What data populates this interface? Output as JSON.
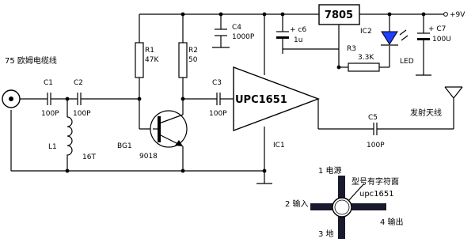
{
  "labels": {
    "supply": "+9V",
    "regulator": "7805",
    "ic2": "IC2",
    "c7": "+ C7",
    "c7_value": "100U",
    "c6": "+ c6",
    "c6_value": "1u",
    "c4": "C4",
    "c4_value": "1000P",
    "r1": "R1",
    "r1_value": "47K",
    "r2": "R2",
    "r2_value": "50",
    "r3": "R3",
    "r3_value": "3.3K",
    "led": "LED",
    "input_label": "75 欧姆电缆线",
    "c1": "C1",
    "c1_value": "100P",
    "c2": "C2",
    "c2_value": "100P",
    "c3": "C3",
    "c3_value": "100P",
    "amp": "UPC1651",
    "ic1": "IC1",
    "l1": "L1",
    "l1_value": "16T",
    "bg1": "BG1",
    "bg1_value": "9018",
    "antenna": "发射天线",
    "c5": "C5",
    "c5_value": "100P"
  },
  "pinout": {
    "pin1": "1 电源",
    "pin2": "2 输入",
    "pin3": "3 地",
    "pin4": "4 输出",
    "note": "型号有字符面",
    "part": "upc1651"
  }
}
